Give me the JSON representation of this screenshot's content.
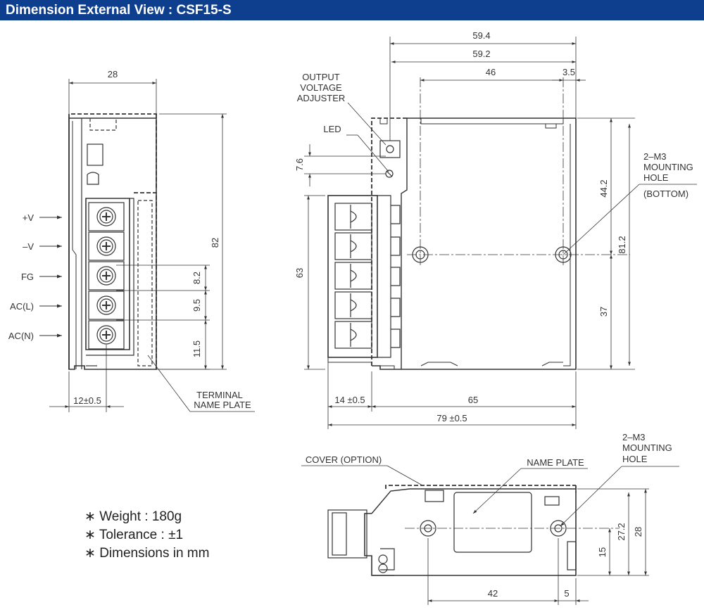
{
  "header": {
    "title": "Dimension External View : CSF15-S"
  },
  "side_view": {
    "width": "28",
    "height": "82",
    "terminal_labels": [
      "+V",
      "–V",
      "FG",
      "AC(L)",
      "AC(N)"
    ],
    "pitch_1": "8.2",
    "pitch_2": "9.5",
    "pitch_3": "11.5",
    "terminal_offset": "12±0.5",
    "terminal_name_plate_line1": "TERMINAL",
    "terminal_name_plate_line2": "NAME PLATE"
  },
  "front_view": {
    "dim_59_4": "59.4",
    "dim_59_2": "59.2",
    "dim_46": "46",
    "dim_3_5": "3.5",
    "adjuster_line1": "OUTPUT",
    "adjuster_line2": "VOLTAGE",
    "adjuster_line3": "ADJUSTER",
    "led": "LED",
    "dim_7_6": "7.6",
    "dim_63": "63",
    "dim_44_2": "44.2",
    "dim_81_2": "81.2",
    "dim_37": "37",
    "mount_line1": "2–M3",
    "mount_line2": "MOUNTING",
    "mount_line3": "HOLE",
    "mount_line4": "(BOTTOM)",
    "dim_14": "14 ±0.5",
    "dim_65": "65",
    "dim_79": "79 ±0.5"
  },
  "bottom_view": {
    "cover": "COVER (OPTION)",
    "name_plate": "NAME PLATE",
    "mount_line1": "2–M3",
    "mount_line2": "MOUNTING",
    "mount_line3": "HOLE",
    "dim_27_2": "27.2",
    "dim_28": "28",
    "dim_15": "15",
    "dim_42": "42",
    "dim_5": "5"
  },
  "notes": {
    "weight": "∗ Weight : 180g",
    "tolerance": "∗ Tolerance : ±1",
    "dimensions": "∗ Dimensions in mm"
  }
}
